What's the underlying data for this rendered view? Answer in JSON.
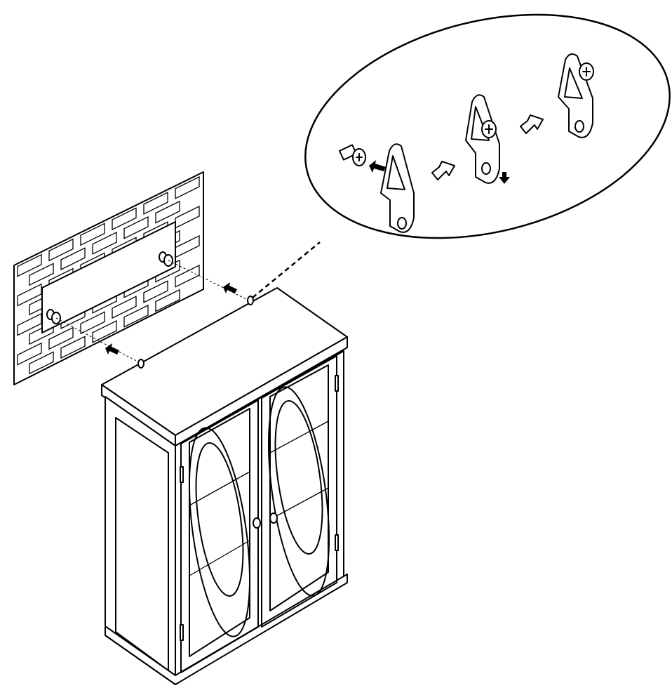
{
  "figure": {
    "type": "assembly-instruction",
    "step": "wall-mount-cabinet",
    "colors": {
      "line": "#000000",
      "background": "#ffffff"
    },
    "icons": [
      "brick-wall",
      "wall-screw",
      "keyhole-hanger-bracket",
      "push-arrow",
      "hollow-step-arrow",
      "cabinet"
    ]
  }
}
